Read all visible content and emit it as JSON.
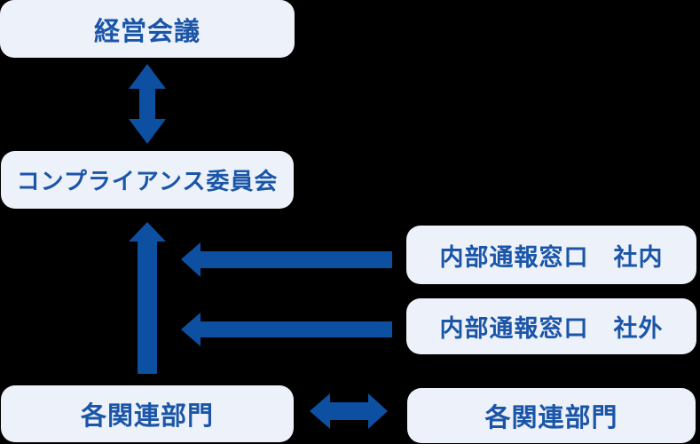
{
  "theme": {
    "background": "#000000",
    "box_fill": "#edf1f9",
    "text_color": "#1a55a8",
    "arrow_color": "#0d4fa1"
  },
  "diagram": {
    "nodes": {
      "management_meeting": {
        "label": "経営会議"
      },
      "compliance_committee": {
        "label": "コンプライアンス委員会"
      },
      "hotline_internal": {
        "label": "内部通報窓口　社内"
      },
      "hotline_external": {
        "label": "内部通報窓口　社外"
      },
      "departments_left": {
        "label": "各関連部門"
      },
      "departments_right": {
        "label": "各関連部門"
      }
    },
    "connections": [
      {
        "name": "management-compliance",
        "style": "double-headed",
        "direction": "vertical"
      },
      {
        "name": "departments-to-compliance",
        "style": "single-headed",
        "direction": "up"
      },
      {
        "name": "hotline-internal-to-reporting-line",
        "style": "single-headed",
        "direction": "left"
      },
      {
        "name": "hotline-external-to-reporting-line",
        "style": "single-headed",
        "direction": "left"
      },
      {
        "name": "departments-to-departments",
        "style": "double-headed",
        "direction": "horizontal"
      }
    ]
  }
}
